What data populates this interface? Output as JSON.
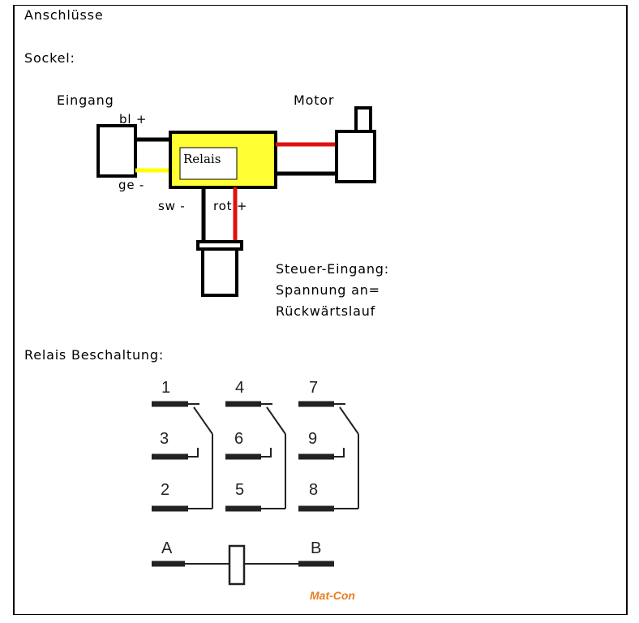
{
  "page": {
    "heading": "Anschlüsse",
    "socket_label": "Sockel:",
    "relay_wiring_label": "Relais Beschaltung:"
  },
  "socket_diagram": {
    "input_label": "Eingang",
    "motor_label": "Motor",
    "relay_label": "Relais",
    "wire_blue": "bl +",
    "wire_yellow": "ge -",
    "wire_black": "sw -",
    "wire_red": "rot +",
    "control_input_lines": [
      "Steuer-Eingang:",
      "Spannung an=",
      "Rückwärtslauf"
    ],
    "colors": {
      "relay_fill": "#ffff33",
      "red_wire": "#e01010",
      "yellow_wire": "#ffff00"
    }
  },
  "relay_wiring": {
    "pins": {
      "p1": "1",
      "p4": "4",
      "p7": "7",
      "p3": "3",
      "p6": "6",
      "p9": "9",
      "p2": "2",
      "p5": "5",
      "p8": "8",
      "pA": "A",
      "pB": "B"
    },
    "brand": "Mat-Con",
    "brand_color": "#e87d1e"
  }
}
